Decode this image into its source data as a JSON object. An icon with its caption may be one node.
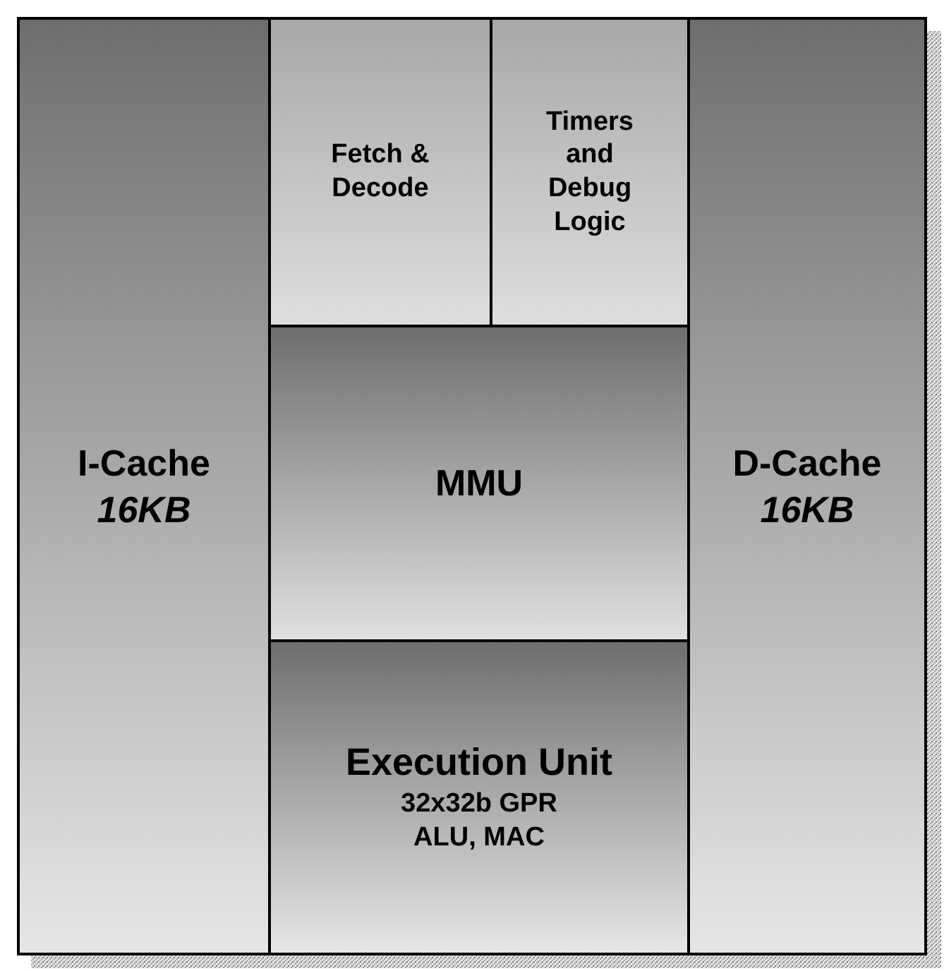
{
  "diagram": {
    "nodes": [
      {
        "text": [
          "I-Cache",
          "16KB"
        ]
      },
      {
        "text": [
          "Fetch & Decode"
        ]
      },
      {
        "text": [
          "Timers and Debug Logic"
        ]
      },
      {
        "text": [
          "MMU"
        ]
      },
      {
        "text": [
          "Execution Unit",
          "32x32b GPR ALU, MAC"
        ]
      },
      {
        "text": [
          "D-Cache",
          "16KB"
        ]
      }
    ]
  }
}
